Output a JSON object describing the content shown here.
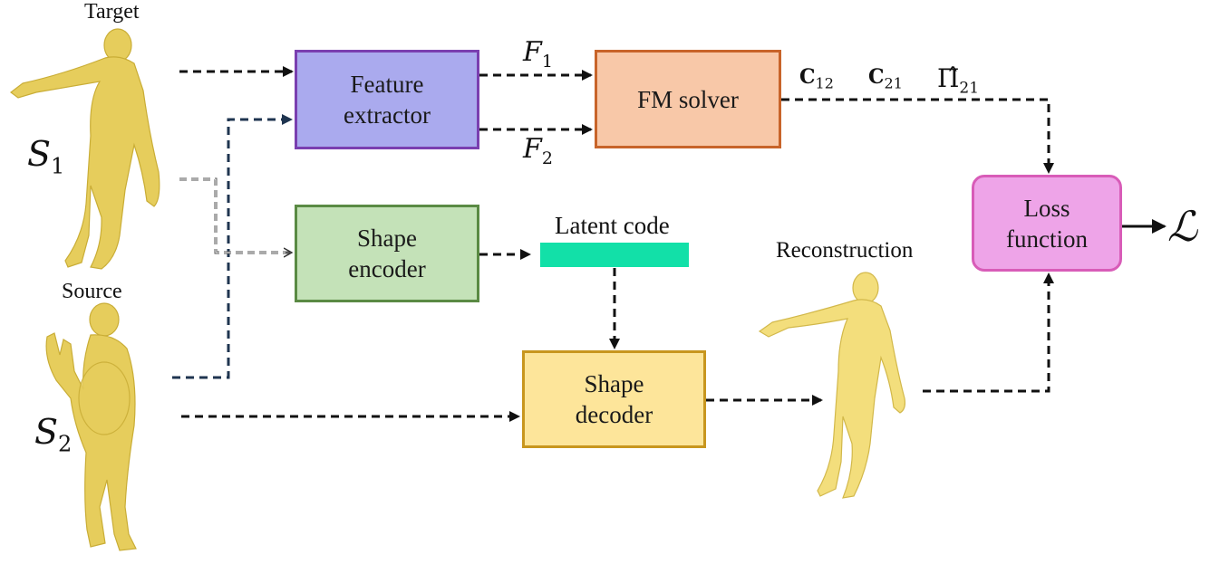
{
  "shapes": {
    "target_label": "Target",
    "source_label": "Source",
    "reconstruction_label": "Reconstruction",
    "s1": {
      "base": "S",
      "sub": "1"
    },
    "s2": {
      "base": "S",
      "sub": "2"
    }
  },
  "boxes": {
    "feature_extractor": {
      "line1": "Feature",
      "line2": "extractor"
    },
    "fm_solver": {
      "line1": "FM solver"
    },
    "shape_encoder": {
      "line1": "Shape",
      "line2": "encoder"
    },
    "shape_decoder": {
      "line1": "Shape",
      "line2": "decoder"
    },
    "loss_function": {
      "line1": "Loss",
      "line2": "function"
    }
  },
  "labels": {
    "f1": {
      "base": "F",
      "sub": "1"
    },
    "f2": {
      "base": "F",
      "sub": "2"
    },
    "c12": {
      "base": "C",
      "sub": "12"
    },
    "c21": {
      "base": "C",
      "sub": "21"
    },
    "pi21": {
      "base": "Π̂",
      "sub": "21"
    },
    "latent_code": "Latent code",
    "loss_symbol": "ℒ"
  },
  "colors": {
    "feature_extractor_fill": "#aaaaee",
    "feature_extractor_border": "#7a3fb0",
    "fm_solver_fill": "#f8c8a8",
    "fm_solver_border": "#c8642a",
    "shape_encoder_fill": "#c4e2b8",
    "shape_encoder_border": "#5a8a44",
    "shape_decoder_fill": "#fde59a",
    "shape_decoder_border": "#c8961e",
    "loss_fill": "#eea4e8",
    "loss_border": "#d85cb8",
    "latent_bar": "#12e0a8",
    "human_mesh": "#e6cd5c",
    "dark_arrow": "#1f3550"
  }
}
